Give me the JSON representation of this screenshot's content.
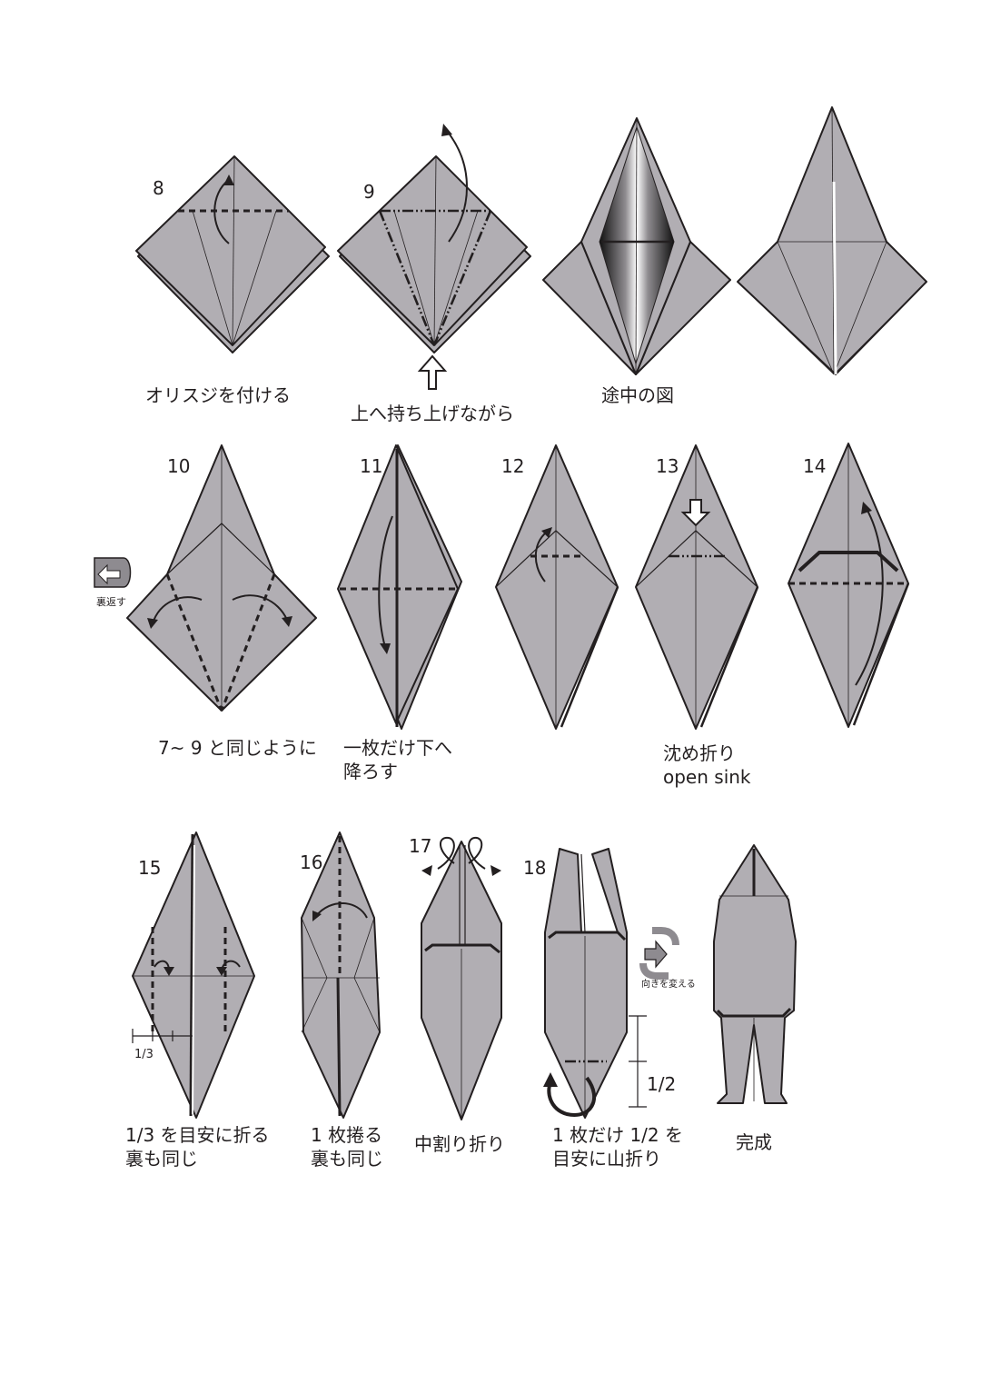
{
  "steps": {
    "s8": {
      "number": "8",
      "caption": "オリスジを付ける"
    },
    "s9": {
      "number": "9",
      "caption": "上へ持ち上げながら"
    },
    "mid": {
      "caption": "途中の図"
    },
    "s10": {
      "number": "10",
      "caption": "7~ 9 と同じように",
      "turn_label": "裏返す"
    },
    "s11": {
      "number": "11",
      "caption_line1": "一枚だけ下へ",
      "caption_line2": "降ろす"
    },
    "s12": {
      "number": "12"
    },
    "s13": {
      "number": "13",
      "caption_line1": "沈め折り",
      "caption_line2": "open sink"
    },
    "s14": {
      "number": "14"
    },
    "s15": {
      "number": "15",
      "measure_label": "1/3",
      "caption_line1": "1/3 を目安に折る",
      "caption_line2": "裏も同じ"
    },
    "s16": {
      "number": "16",
      "caption_line1": "1 枚捲る",
      "caption_line2": "裏も同じ"
    },
    "s17": {
      "number": "17",
      "caption": "中割り折り"
    },
    "s18": {
      "number": "18",
      "measure_label": "1/2",
      "rotate_label": "向きを変える",
      "caption_line1": "1 枚だけ 1/2 を",
      "caption_line2": "目安に山折り"
    },
    "done": {
      "caption": "完成"
    }
  },
  "colors": {
    "paper": "#b1aeb3",
    "line": "#231f20",
    "background": "#ffffff"
  }
}
